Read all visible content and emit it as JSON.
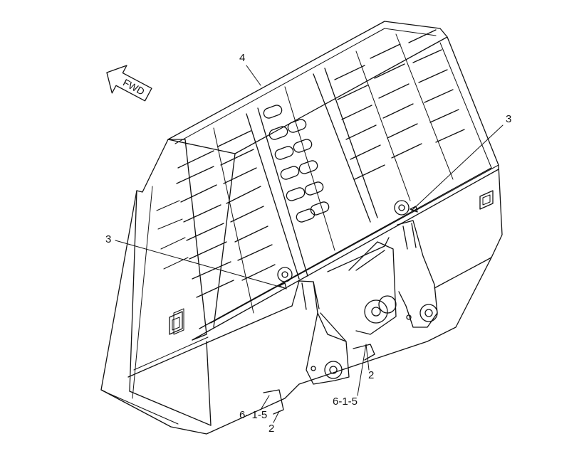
{
  "direction_marker": {
    "label": "FWD"
  },
  "callouts": {
    "c4": "4",
    "c3_right": "3",
    "c3_left": "3",
    "c2_center": "2",
    "c2_bottom": "2",
    "c615_center": "6-1-5",
    "c615_bottom": "6- 1-5"
  },
  "colors": {
    "line": "#111111",
    "background": "#ffffff"
  }
}
